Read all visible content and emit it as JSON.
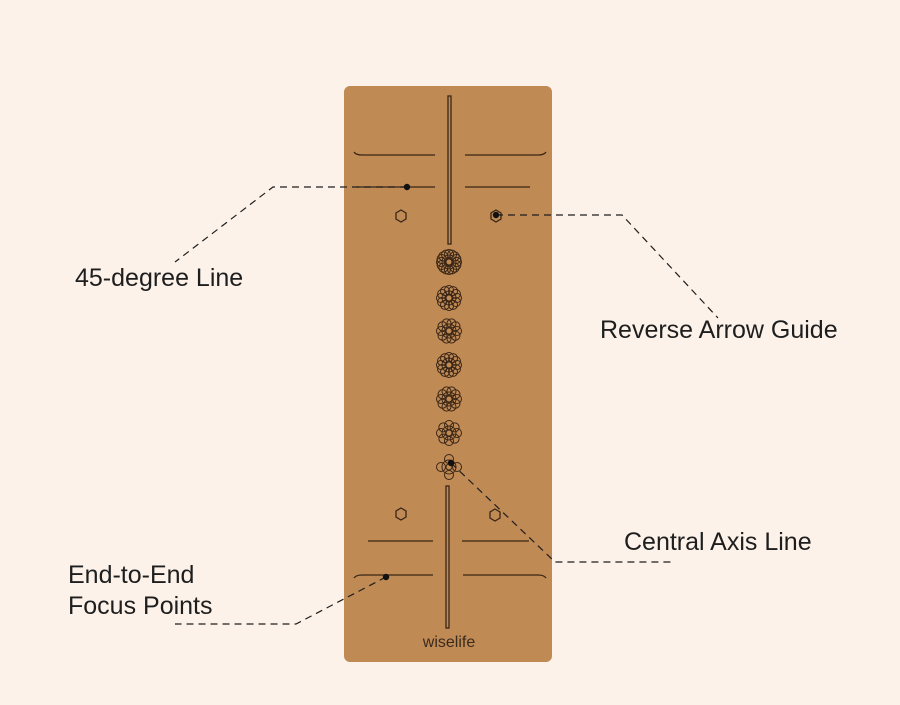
{
  "brand": "wiselife",
  "annotations": {
    "degree_line": "45-degree Line",
    "reverse_arrow": "Reverse Arrow Guide",
    "central_axis": "Central Axis Line",
    "focus_points_line1": "End-to-End",
    "focus_points_line2": "Focus Points"
  },
  "colors": {
    "background": "#fcf2ea",
    "mat": "#c08a55",
    "ink": "#3a2616"
  }
}
